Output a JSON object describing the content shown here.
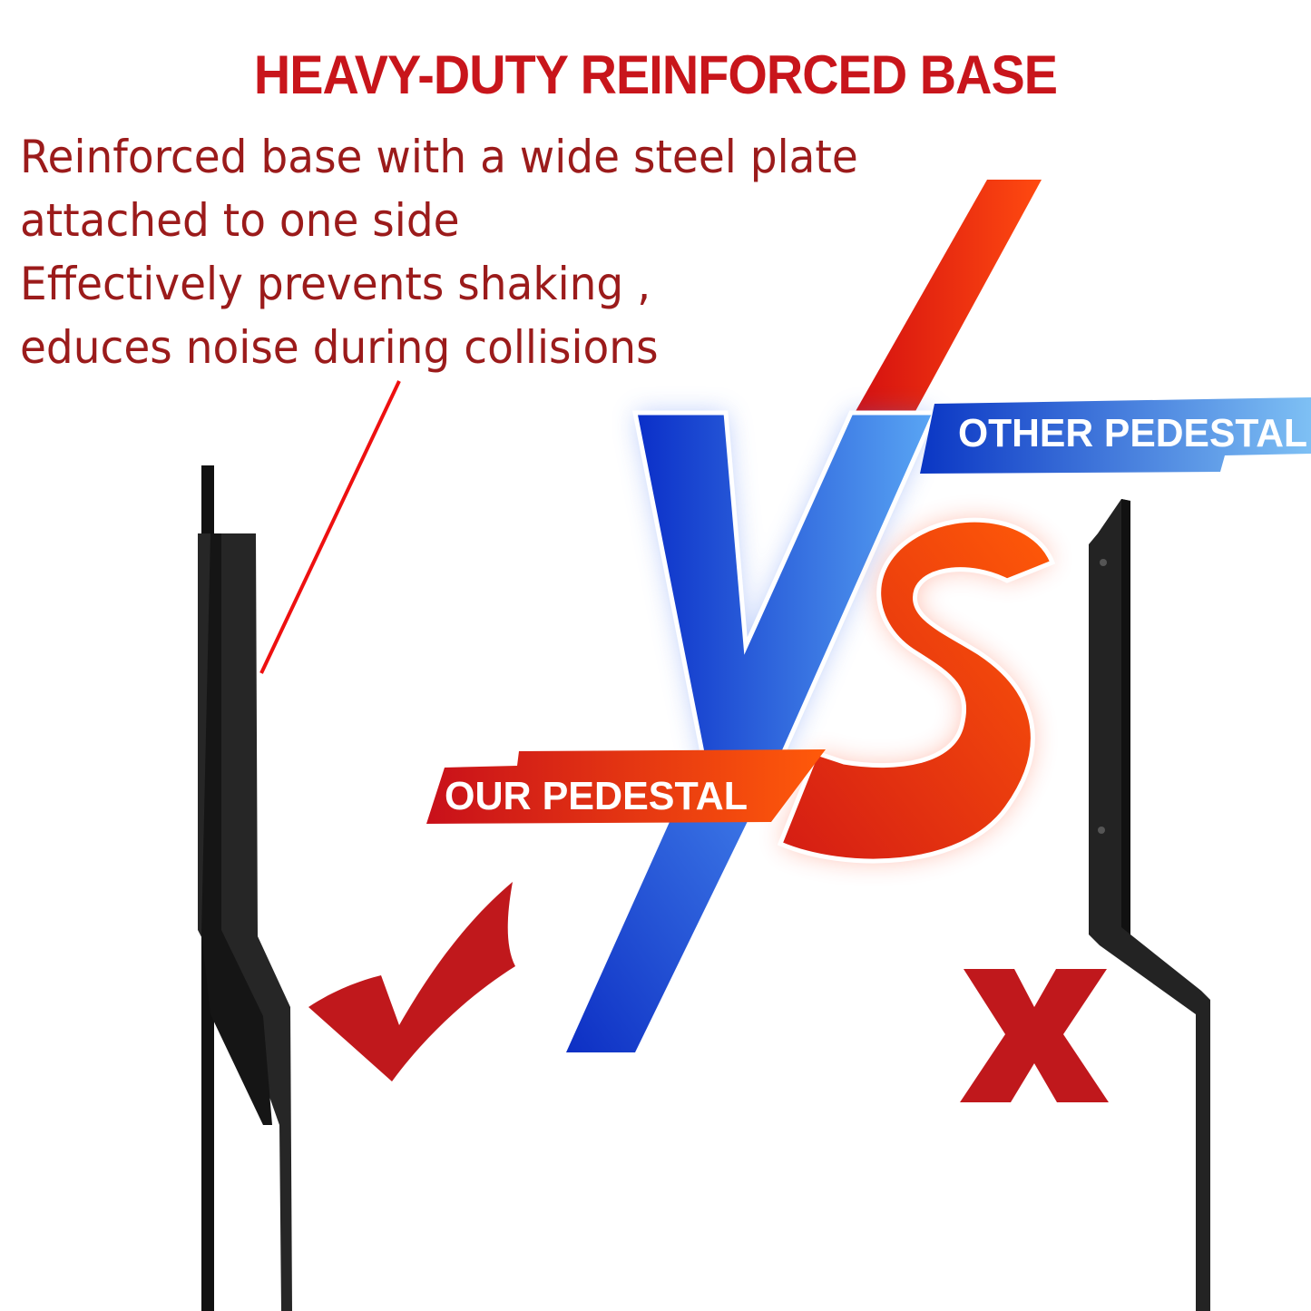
{
  "title": "HEAVY-DUTY REINFORCED BASE",
  "description": {
    "lines": [
      "Reinforced base with a wide steel plate",
      "attached to one side",
      "Effectively prevents shaking ,",
      " educes noise during collisions"
    ]
  },
  "comparison": {
    "vs_text": "VS",
    "ours_label": "OUR PEDESTAL",
    "other_label": "OTHER PEDESTAL",
    "ours_mark": "check-mark",
    "other_mark": "x-mark"
  },
  "colors": {
    "title_red": "#c8151b",
    "desc_red": "#9b1b1b",
    "blue": "#1544c8",
    "orange": "#f25a0c",
    "bracket": "#1e1e1e"
  }
}
